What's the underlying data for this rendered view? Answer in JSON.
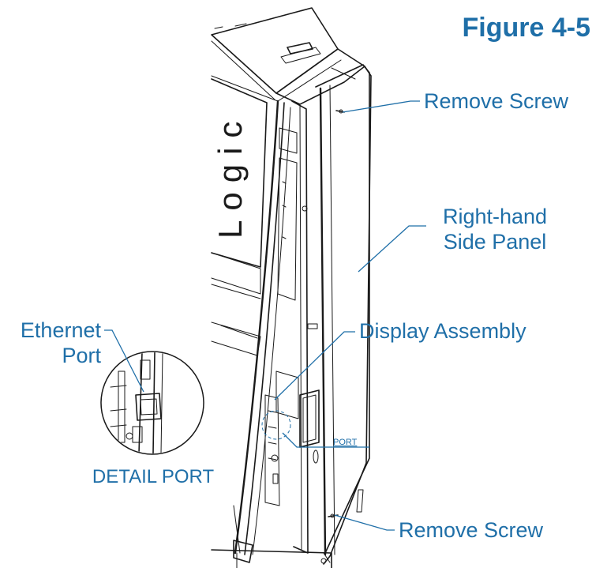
{
  "figure": {
    "title": "Figure 4-5",
    "brand_text": "Logic"
  },
  "callouts": {
    "remove_screw_top": "Remove Screw",
    "side_panel_line1": "Right-hand",
    "side_panel_line2": "Side Panel",
    "display_assembly": "Display Assembly",
    "ethernet_line1": "Ethernet",
    "ethernet_line2": "Port",
    "detail_caption": "DETAIL PORT",
    "port_small": "PORT",
    "remove_screw_bottom": "Remove Screw"
  },
  "colors": {
    "label": "#1f6fa8",
    "line": "#1a1a1a",
    "background": "#ffffff"
  }
}
